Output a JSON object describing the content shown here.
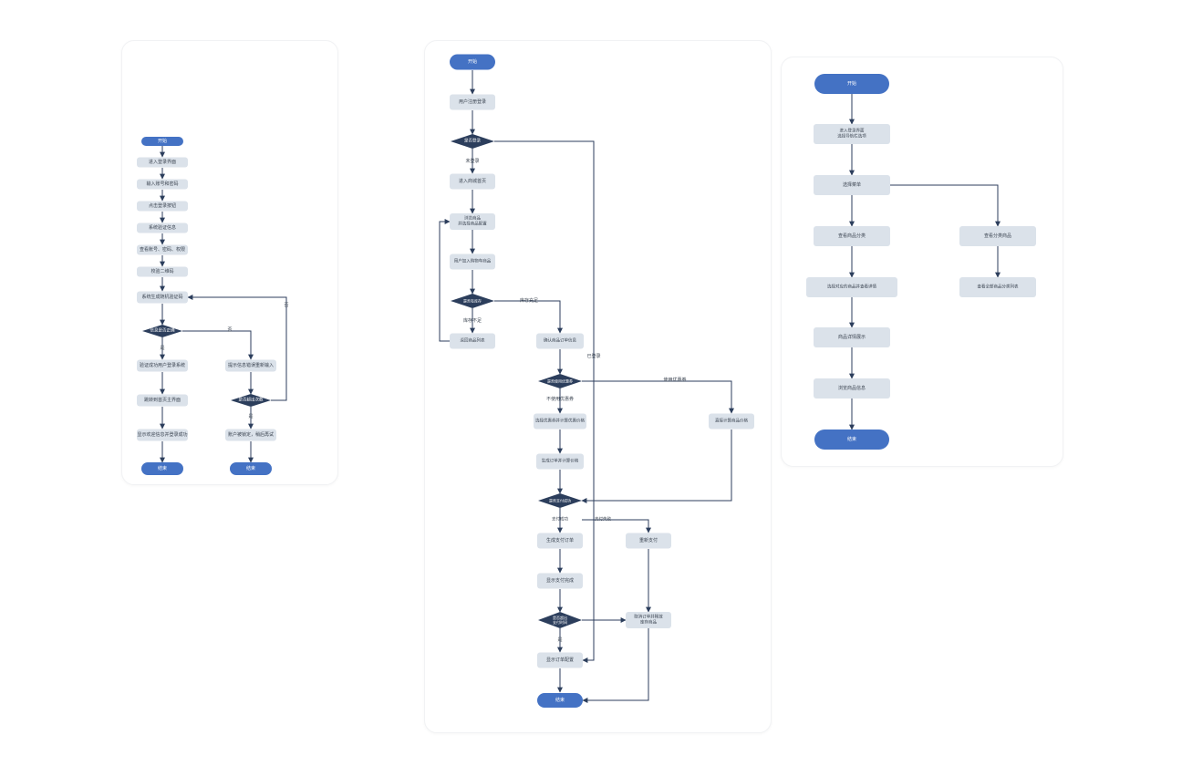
{
  "theme": {
    "start_end": "#4472c4",
    "process": "#dbe2ea",
    "decision": "#2c3e5c",
    "line": "#2c3e5c",
    "text": "#3a4350"
  },
  "flow1": {
    "start": "开始",
    "n1": "进入登录界面",
    "n2": "输入账号和密码",
    "n3": "点击登录按钮",
    "n4": "系统验证信息",
    "n5": "查看账号、密码、权限",
    "n6": "校验二维码",
    "n7": "系统生成随机验证码",
    "d1": "信息是否正确",
    "d1_yes": "是",
    "d1_no": "否",
    "y1": "验证成功用户登录系统",
    "y2": "跳转到首页主界面",
    "y3": "显示欢迎信息并登录成功",
    "n_retry": "提示信息错误重新输入",
    "d2": "是否超出次数",
    "d2_yes": "是",
    "d2_no": "否",
    "lock": "账户被锁定，稍后再试",
    "end1": "结束",
    "end2": "结束"
  },
  "flow2": {
    "start": "开始",
    "n1": "用户注册登录",
    "d1": "是否登录",
    "d1_yes": "已登录",
    "d1_no": "未登录",
    "n2": "进入商城首页",
    "n3": "浏览商品\n并选择商品配置",
    "n4": "用户加入购物车商品",
    "d2": "是否有库存",
    "d2_no": "库存不足",
    "d2_yes": "库存充足",
    "n_back": "返回商品列表",
    "n5": "确认商品订单信息",
    "d3": "是否使用优惠券",
    "d3_yes": "使用优惠券",
    "d3_no": "不使用优惠券",
    "n6": "选择优惠券并计算优惠价格",
    "n7": "生成订单并计算价格",
    "n8": "直接计算商品价格",
    "d4": "是否支付成功",
    "d4_yes": "支付成功",
    "d4_no": "支付失败",
    "n9": "生成支付订单",
    "n10": "显示支付完成",
    "n11": "重新支付",
    "d5": "是否超出\n支付时间",
    "d5_yes": "是",
    "n12": "取消订单并释放\n库存商品",
    "n13": "显示订单配置",
    "end": "结束"
  },
  "flow3": {
    "start": "开始",
    "n1": "进入登录界面\n选择导航栏选项",
    "n2": "选择菜单",
    "n3": "查看商品分类",
    "n4": "查看分类商品",
    "n5": "选择对应的商品并查看详情",
    "n6": "商品详情展示",
    "n7": "浏览商品信息",
    "n8": "查看全部商品分类列表",
    "end": "结束"
  }
}
